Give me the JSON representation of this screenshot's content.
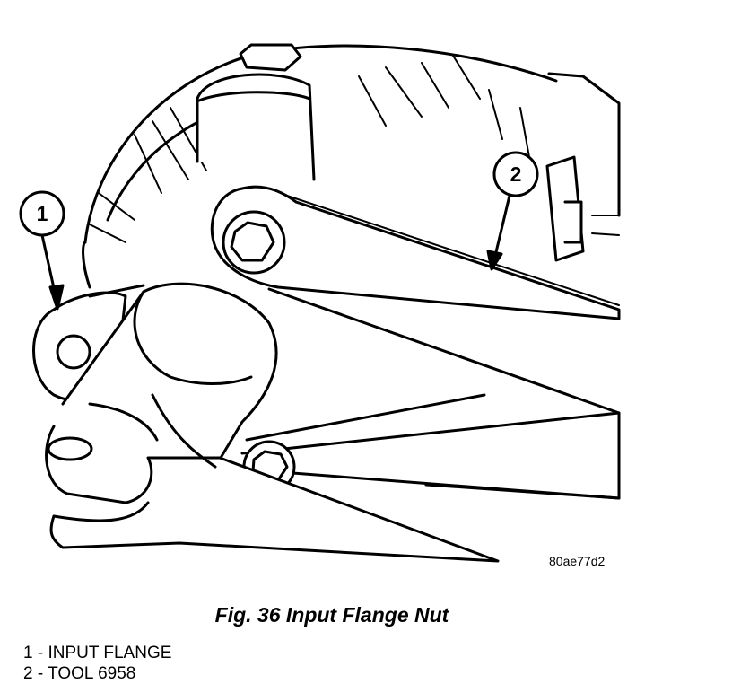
{
  "figure": {
    "id_code": "80ae77d2",
    "caption": "Fig. 36 Input Flange Nut",
    "callouts": [
      {
        "number": "1",
        "target": "input-flange"
      },
      {
        "number": "2",
        "target": "tool-6958"
      }
    ]
  },
  "legend": [
    {
      "text": "1 - INPUT FLANGE"
    },
    {
      "text": "2 - TOOL 6958"
    }
  ],
  "colors": {
    "line": "#000000",
    "background": "#ffffff"
  }
}
